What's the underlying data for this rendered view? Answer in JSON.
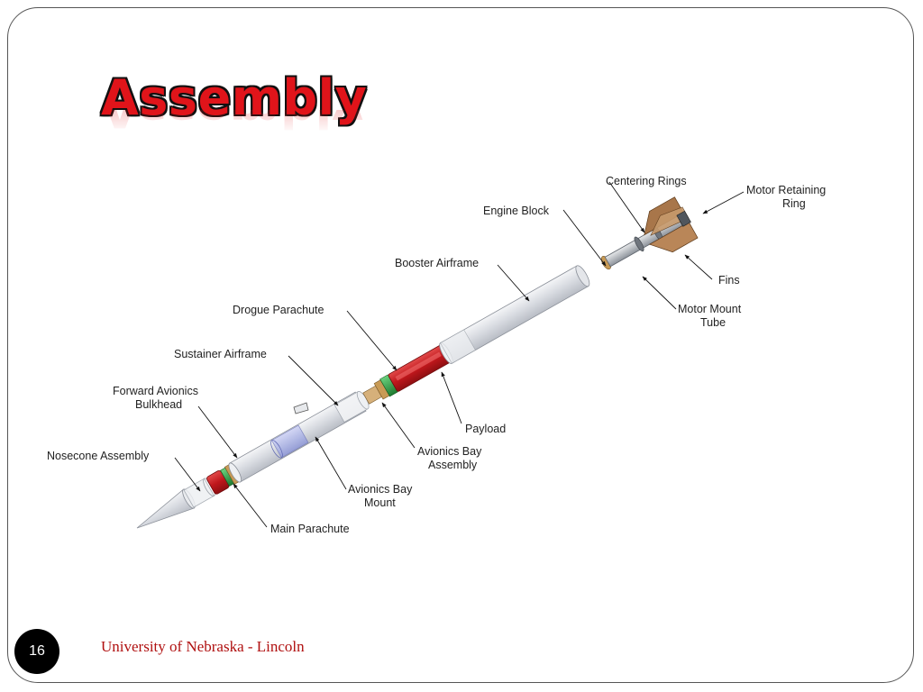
{
  "slide": {
    "title": "Assembly",
    "number": "16",
    "footer": "University of Nebraska - Lincoln"
  },
  "diagram": {
    "labels": {
      "centering_rings": "Centering Rings",
      "motor_retaining_ring_1": "Motor Retaining",
      "motor_retaining_ring_2": "Ring",
      "engine_block": "Engine Block",
      "booster_airframe": "Booster Airframe",
      "fins": "Fins",
      "motor_mount_tube_1": "Motor Mount",
      "motor_mount_tube_2": "Tube",
      "drogue_parachute": "Drogue Parachute",
      "sustainer_airframe": "Sustainer Airframe",
      "forward_avionics_bulkhead_1": "Forward Avionics",
      "forward_avionics_bulkhead_2": "Bulkhead",
      "payload": "Payload",
      "nosecone_assembly": "Nosecone Assembly",
      "avionics_bay_assembly_1": "Avionics Bay",
      "avionics_bay_assembly_2": "Assembly",
      "avionics_bay_mount_1": "Avionics Bay",
      "avionics_bay_mount_2": "Mount",
      "main_parachute": "Main Parachute"
    },
    "colors": {
      "airframe": "#d7dae0",
      "parachute_red": "#c0171c",
      "coupler_green": "#2ea043",
      "bulkhead_tan": "#c89a55",
      "fins_brown": "#a8764a",
      "avionics_blue": "#9ea8e6"
    }
  }
}
